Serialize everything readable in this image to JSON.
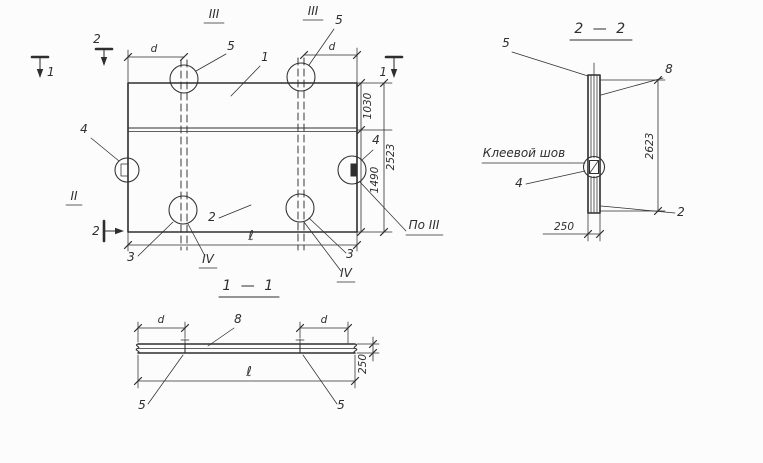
{
  "theme": {
    "ink": "#2e2e2e",
    "paper": "#fcfcfc"
  },
  "plan": {
    "section_marker_2_top": "2",
    "section_marker_1_left": "1",
    "section_marker_1_right": "1",
    "section_marker_2_bottom": "2",
    "dim_d_left": "d",
    "dim_d_right": "d",
    "detail_iii_left": "III",
    "detail_iii_right": "III",
    "callout_5_left": "5",
    "callout_5_right": "5",
    "callout_1": "1",
    "callout_2": "2",
    "callout_4_left": "4",
    "callout_4_right": "4",
    "callout_3_left": "3",
    "callout_3_right": "3",
    "detail_iv_left": "IV",
    "detail_iv_right": "IV",
    "detail_ii": "II",
    "note_po_iii": "По III",
    "dim_top_segment": "1030",
    "dim_bottom_segment": "1490",
    "dim_total_height": "2523",
    "dim_length": "ℓ"
  },
  "section22": {
    "title": "2 — 2",
    "callout_5": "5",
    "callout_8": "8",
    "callout_4": "4",
    "callout_2": "2",
    "note_glue_seam": "Клеевой шов",
    "dim_height": "2623",
    "dim_width": "250"
  },
  "section11": {
    "title": "1 — 1",
    "dim_d_left": "d",
    "dim_d_right": "d",
    "callout_8": "8",
    "callout_5_left": "5",
    "callout_5_right": "5",
    "dim_length": "ℓ",
    "dim_thickness": "250"
  }
}
